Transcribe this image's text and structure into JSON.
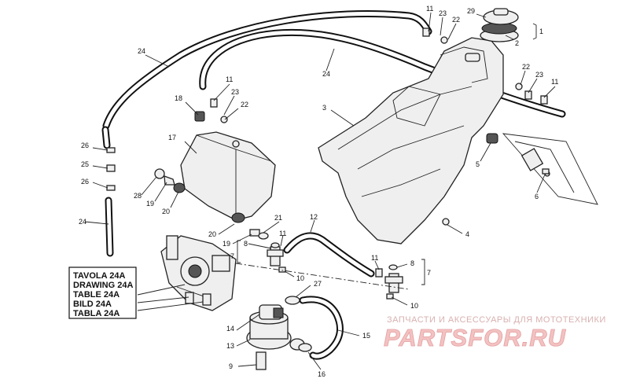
{
  "callouts": [
    {
      "id": "c24a",
      "label": "24"
    },
    {
      "id": "c24b",
      "label": "24"
    },
    {
      "id": "c24c",
      "label": "24"
    },
    {
      "id": "c11a",
      "label": "11"
    },
    {
      "id": "c23a",
      "label": "23"
    },
    {
      "id": "c22a",
      "label": "22"
    },
    {
      "id": "c29",
      "label": "29"
    },
    {
      "id": "c2",
      "label": "2"
    },
    {
      "id": "c1",
      "label": "1"
    },
    {
      "id": "c22b",
      "label": "22"
    },
    {
      "id": "c23b",
      "label": "23"
    },
    {
      "id": "c11b",
      "label": "11"
    },
    {
      "id": "c11c",
      "label": "11"
    },
    {
      "id": "c23c",
      "label": "23"
    },
    {
      "id": "c22c",
      "label": "22"
    },
    {
      "id": "c18",
      "label": "18"
    },
    {
      "id": "c3",
      "label": "3"
    },
    {
      "id": "c17",
      "label": "17"
    },
    {
      "id": "c26a",
      "label": "26"
    },
    {
      "id": "c25",
      "label": "25"
    },
    {
      "id": "c26b",
      "label": "26"
    },
    {
      "id": "c28",
      "label": "28"
    },
    {
      "id": "c19a",
      "label": "19"
    },
    {
      "id": "c20a",
      "label": "20"
    },
    {
      "id": "c5",
      "label": "5"
    },
    {
      "id": "c6",
      "label": "6"
    },
    {
      "id": "c4",
      "label": "4"
    },
    {
      "id": "c21",
      "label": "21"
    },
    {
      "id": "c12",
      "label": "12"
    },
    {
      "id": "c20b",
      "label": "20"
    },
    {
      "id": "c19b",
      "label": "19"
    },
    {
      "id": "c8a",
      "label": "8"
    },
    {
      "id": "c7a",
      "label": "7"
    },
    {
      "id": "c11d",
      "label": "11"
    },
    {
      "id": "c10a",
      "label": "10"
    },
    {
      "id": "c11e",
      "label": "11"
    },
    {
      "id": "c8b",
      "label": "8"
    },
    {
      "id": "c7b",
      "label": "7"
    },
    {
      "id": "c10b",
      "label": "10"
    },
    {
      "id": "c27",
      "label": "27"
    },
    {
      "id": "c14",
      "label": "14"
    },
    {
      "id": "c13",
      "label": "13"
    },
    {
      "id": "c15",
      "label": "15"
    },
    {
      "id": "c16",
      "label": "16"
    },
    {
      "id": "c9",
      "label": "9"
    }
  ],
  "reference_box": [
    "TAVOLA 24A",
    "DRAWING 24A",
    "TABLE 24A",
    "BILD 24A",
    "TABLA 24A"
  ],
  "watermark": {
    "tagline": "ЗАПЧАСТИ И АКСЕССУАРЫ ДЛЯ МОТОТЕХНИКИ",
    "logo": "PARTSFOR.RU"
  }
}
